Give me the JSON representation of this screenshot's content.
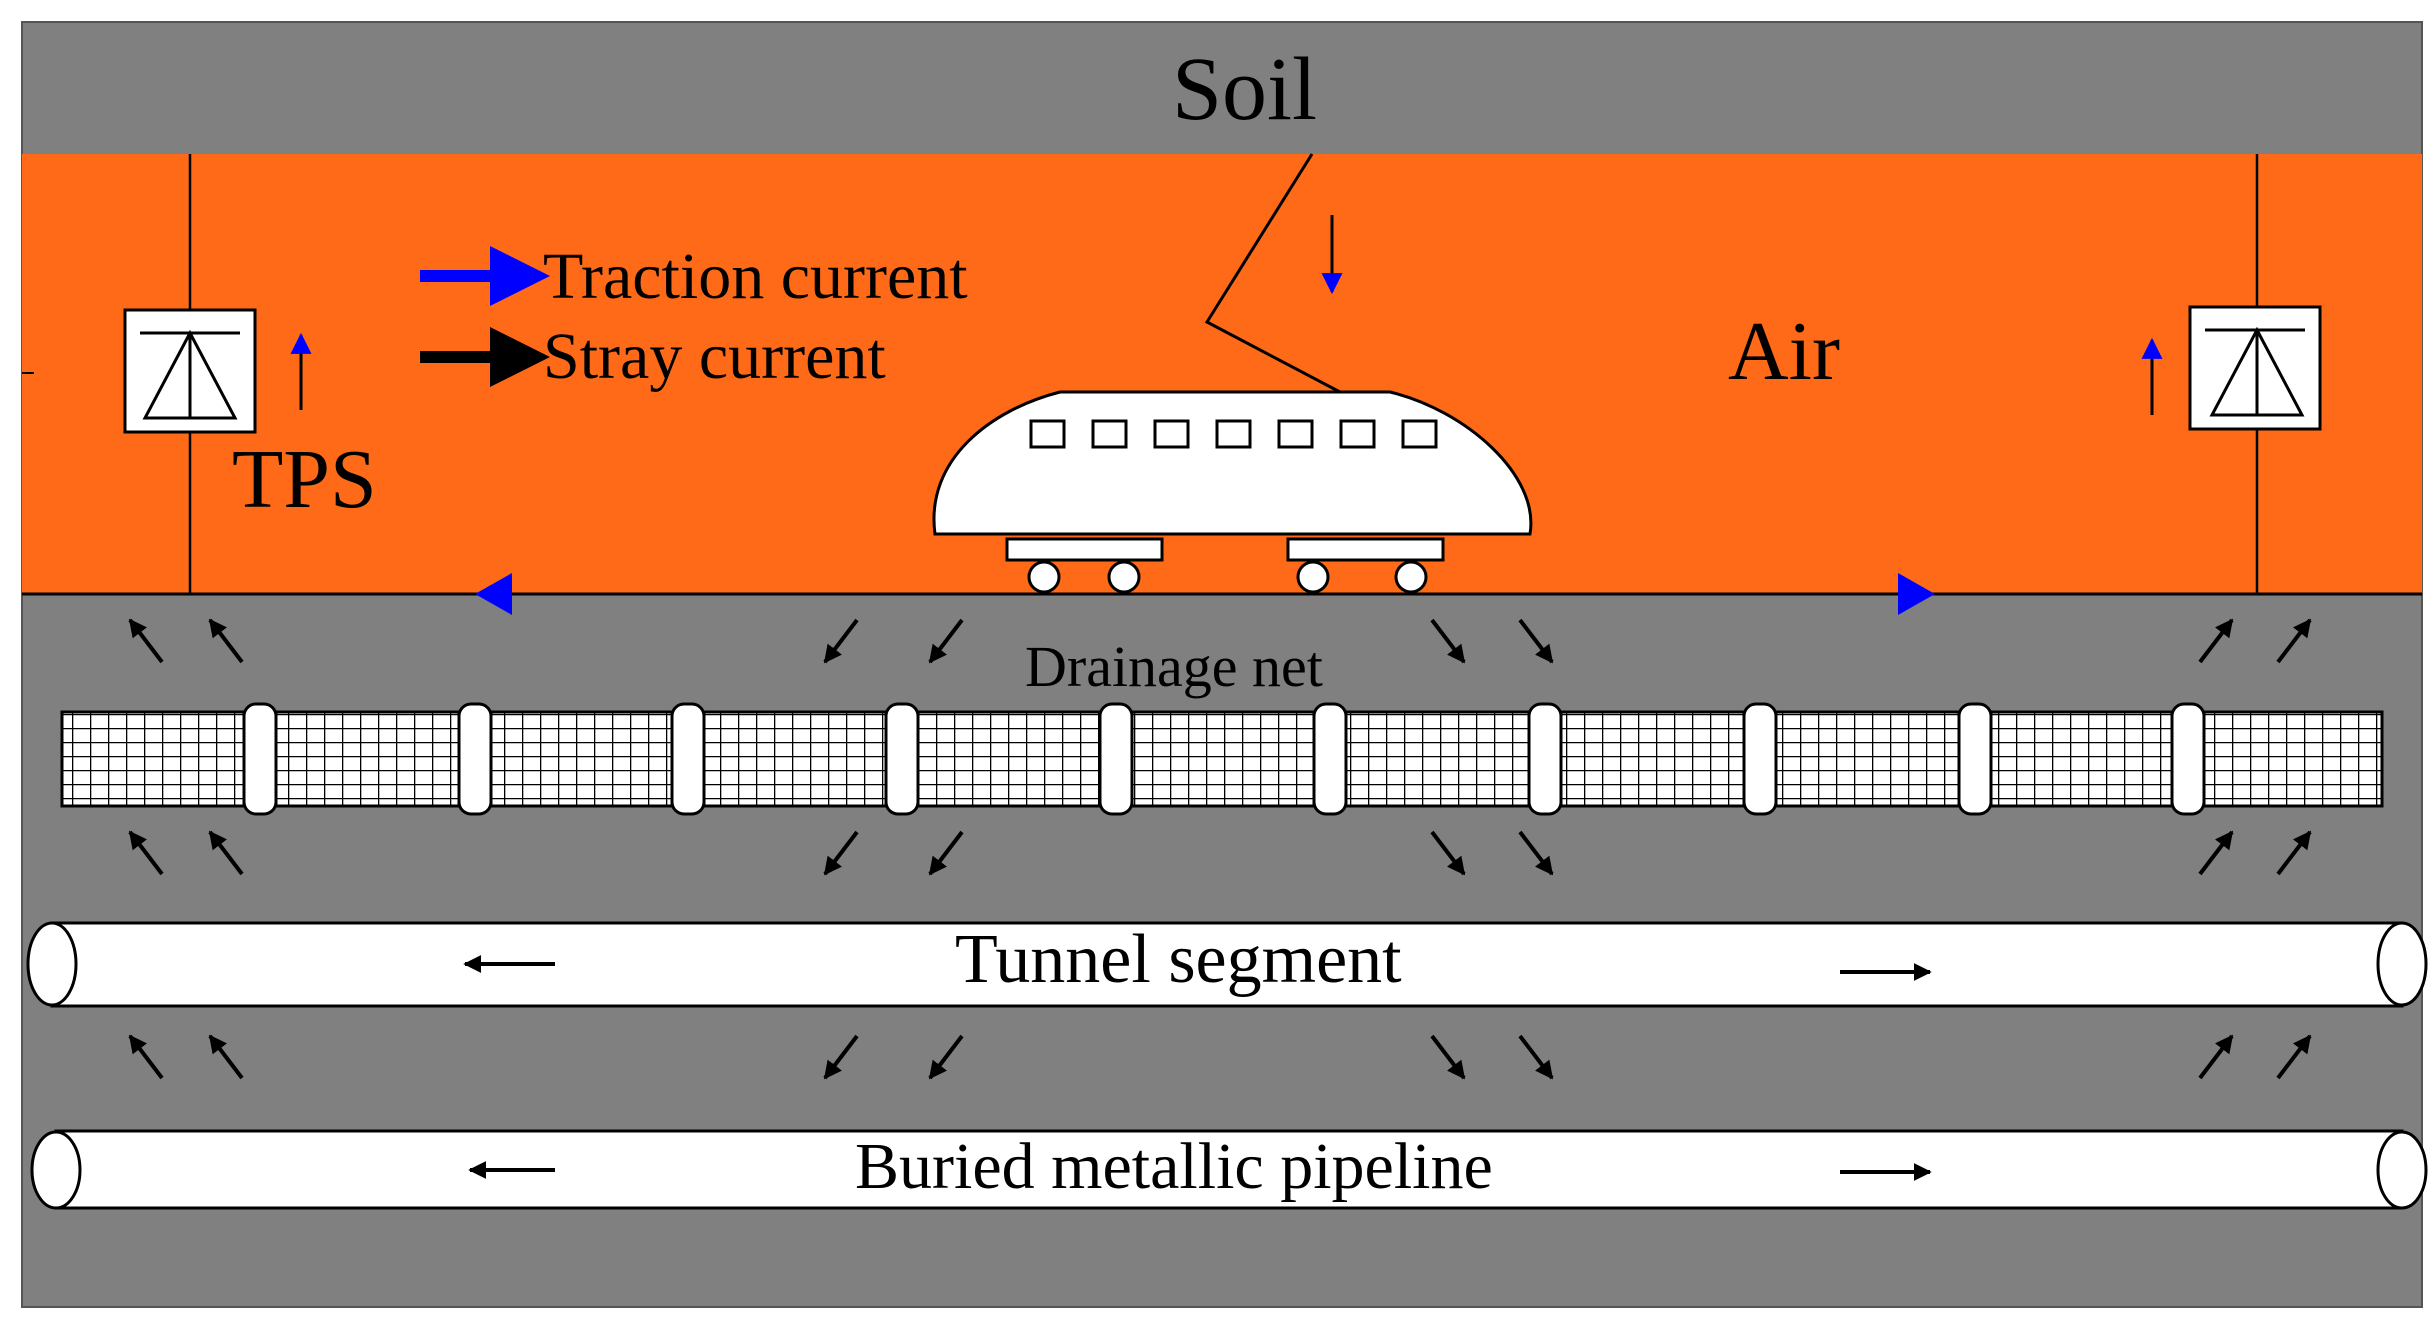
{
  "labels": {
    "soil": "Soil",
    "air": "Air",
    "tps": "TPS",
    "drainage_net": "Drainage net",
    "tunnel_segment": "Tunnel segment",
    "buried_pipeline": "Buried metallic pipeline"
  },
  "legend": {
    "traction": "Traction current",
    "stray": "Stray current"
  },
  "colors": {
    "soil": "#808080",
    "air": "#fe6a18",
    "traction_arrow": "#0000ff",
    "stray_arrow": "#000000",
    "white_fill": "#ffffff"
  }
}
